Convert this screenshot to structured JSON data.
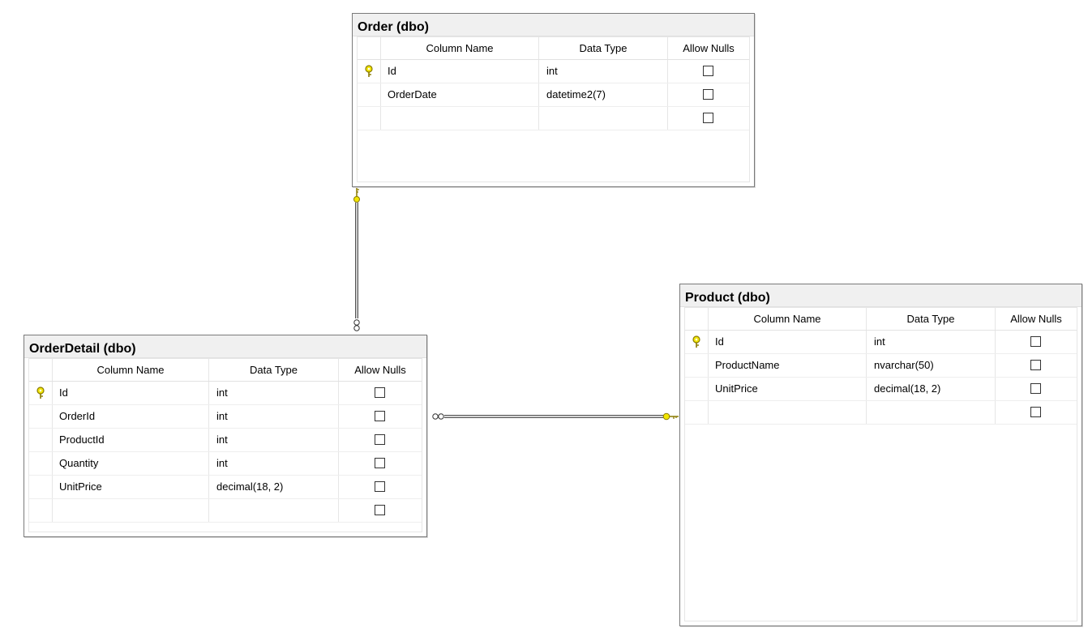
{
  "columns": {
    "name": "Column Name",
    "type": "Data Type",
    "nulls": "Allow Nulls"
  },
  "tables": {
    "order": {
      "title": "Order (dbo)",
      "rows": [
        {
          "name": "Id",
          "type": "int",
          "pk": true
        },
        {
          "name": "OrderDate",
          "type": "datetime2(7)",
          "pk": false
        },
        {
          "name": "",
          "type": "",
          "pk": false
        }
      ]
    },
    "orderdetail": {
      "title": "OrderDetail (dbo)",
      "rows": [
        {
          "name": "Id",
          "type": "int",
          "pk": true
        },
        {
          "name": "OrderId",
          "type": "int",
          "pk": false
        },
        {
          "name": "ProductId",
          "type": "int",
          "pk": false
        },
        {
          "name": "Quantity",
          "type": "int",
          "pk": false
        },
        {
          "name": "UnitPrice",
          "type": "decimal(18, 2)",
          "pk": false
        },
        {
          "name": "",
          "type": "",
          "pk": false
        }
      ]
    },
    "product": {
      "title": "Product (dbo)",
      "rows": [
        {
          "name": "Id",
          "type": "int",
          "pk": true
        },
        {
          "name": "ProductName",
          "type": "nvarchar(50)",
          "pk": false
        },
        {
          "name": "UnitPrice",
          "type": "decimal(18, 2)",
          "pk": false
        },
        {
          "name": "",
          "type": "",
          "pk": false
        }
      ]
    }
  },
  "colors": {
    "key": "#f2e600",
    "key_outline": "#8a7a00",
    "line": "#444444",
    "border": "#7a7a7a"
  }
}
